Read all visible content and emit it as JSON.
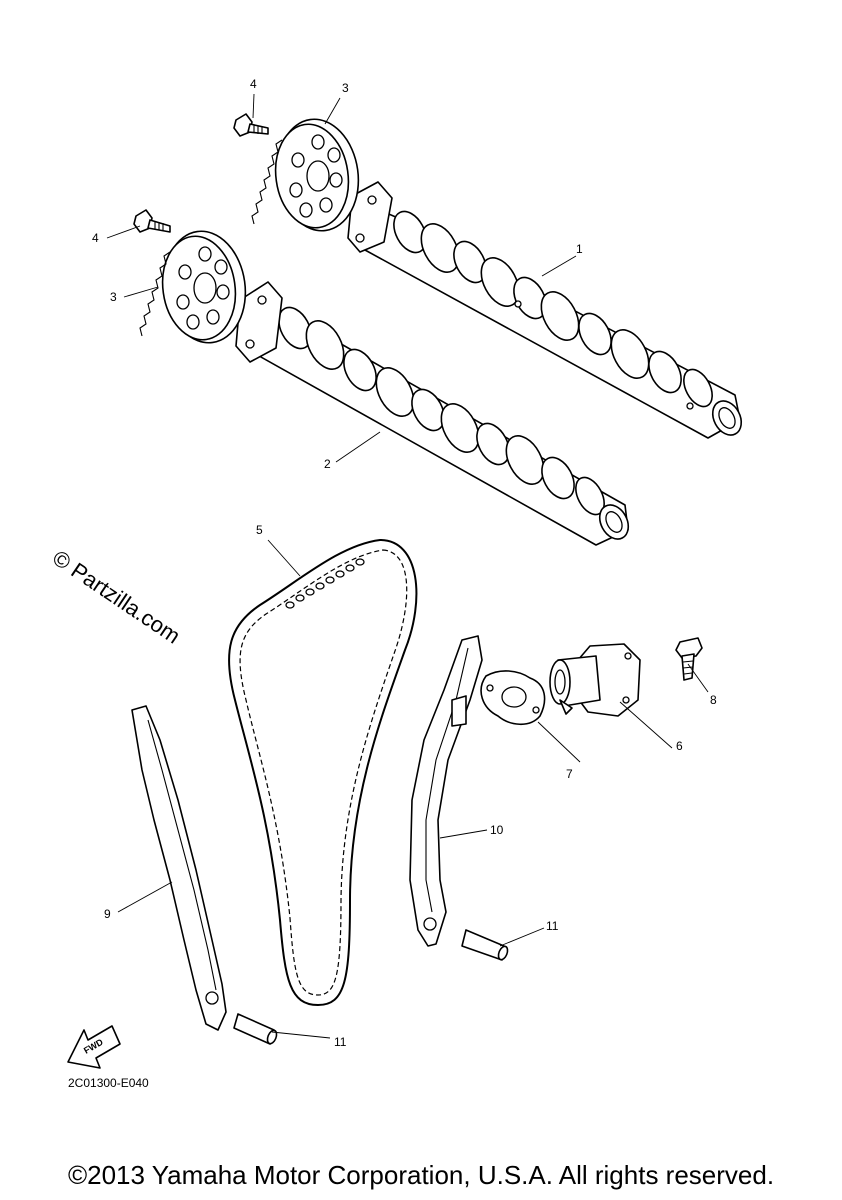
{
  "watermark": "© Partzilla.com",
  "reference_code": "2C01300-E040",
  "copyright": "©2013 Yamaha Motor Corporation, U.S.A. All rights reserved.",
  "fwd_label": "FWD",
  "callouts": {
    "c1": "1",
    "c2": "2",
    "c3a": "3",
    "c3b": "3",
    "c4a": "4",
    "c4b": "4",
    "c5": "5",
    "c6": "6",
    "c7": "7",
    "c8": "8",
    "c9": "9",
    "c10": "10",
    "c11a": "11",
    "c11b": "11"
  }
}
